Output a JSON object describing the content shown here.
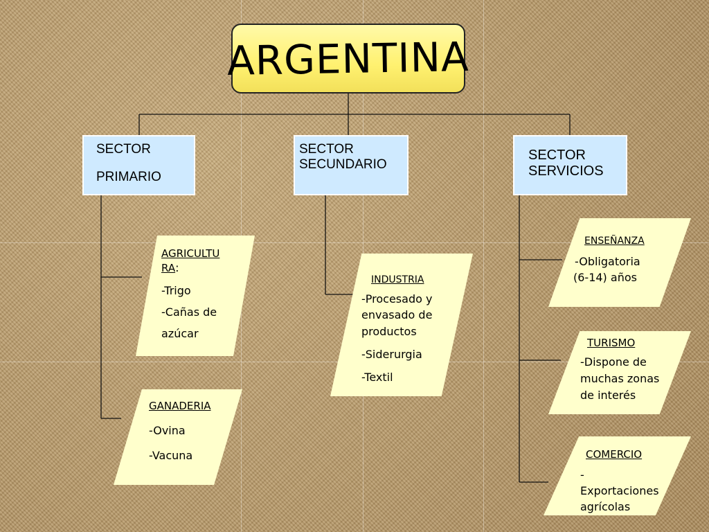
{
  "title": "ARGENTINA",
  "sectors": {
    "primario": {
      "line1": "SECTOR",
      "line2": "PRIMARIO"
    },
    "secundario": {
      "line1": "SECTOR",
      "line2": "SECUNDARIO"
    },
    "servicios": {
      "line1": "SECTOR",
      "line2": "SERVICIOS"
    }
  },
  "cards": {
    "agricultura": {
      "heading_a": "AGRICULTU",
      "heading_b": "RA",
      "colon": ":",
      "items": [
        "-Trigo",
        "-Cañas de",
        "azúcar"
      ]
    },
    "ganaderia": {
      "heading": "GANADERIA",
      "items": [
        "-Ovina",
        "-Vacuna"
      ]
    },
    "industria": {
      "heading": "INDUSTRIA",
      "items": [
        "-Procesado y",
        "envasado de",
        "productos",
        "-Siderurgia",
        "-Textil"
      ]
    },
    "ensenanza": {
      "heading": "ENSEÑANZA",
      "items": [
        "-Obligatoria",
        "(6-14) años"
      ]
    },
    "turismo": {
      "heading": "TURISMO",
      "items": [
        "-Dispone de",
        "muchas zonas",
        "de interés"
      ]
    },
    "comercio": {
      "heading": "COMERCIO",
      "items": [
        "-",
        "Exportaciones",
        "agrícolas"
      ]
    }
  }
}
